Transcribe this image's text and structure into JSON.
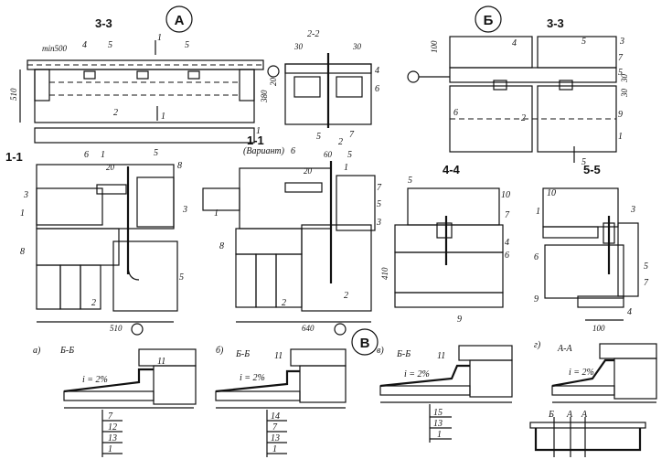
{
  "markers": {
    "A": "А",
    "B": "Б",
    "V": "В"
  },
  "titles": {
    "s33a": "3-3",
    "s22": "2-2",
    "s33b": "3-3",
    "s11a": "1-1",
    "s11b": "1-1",
    "s44": "4-4",
    "s55": "5-5",
    "variant": "(Вариант)",
    "bb_a": "Б-Б",
    "bb_b": "Б-Б",
    "bb_v": "Б-Б",
    "aa_g": "А-А"
  },
  "sub_letters": {
    "a": "а)",
    "b": "б)",
    "v": "в)",
    "g": "г)"
  },
  "dimensions": {
    "min500": "min500",
    "d510v": "510",
    "d380": "380",
    "d30a": "30",
    "d30b": "30",
    "d20a": "20",
    "d100": "100",
    "d30c": "30",
    "d30d": "30",
    "d20b": "20",
    "d510h": "510",
    "d60": "60",
    "d20c": "20",
    "d640": "640",
    "d410": "410",
    "d100b": "100"
  },
  "slope": {
    "a": "i = 2%",
    "b": "i = 2%",
    "v": "i = 2%",
    "g": "i = 2%"
  },
  "layer_tables": {
    "a": [
      "7",
      "12",
      "13",
      "1"
    ],
    "b": [
      "14",
      "7",
      "13",
      "1"
    ],
    "v": [
      "15",
      "13",
      "1"
    ]
  },
  "labels": {
    "n1": "1",
    "n2": "2",
    "n3": "3",
    "n4": "4",
    "n5": "5",
    "n6": "6",
    "n7": "7",
    "n8": "8",
    "n9": "9",
    "n10": "10",
    "n11": "11"
  },
  "plan_aa": {
    "left": "Б",
    "mid": "А",
    "right": "А"
  },
  "colors": {
    "ink": "#111111",
    "hatch": "#222222",
    "paper": "#ffffff"
  }
}
